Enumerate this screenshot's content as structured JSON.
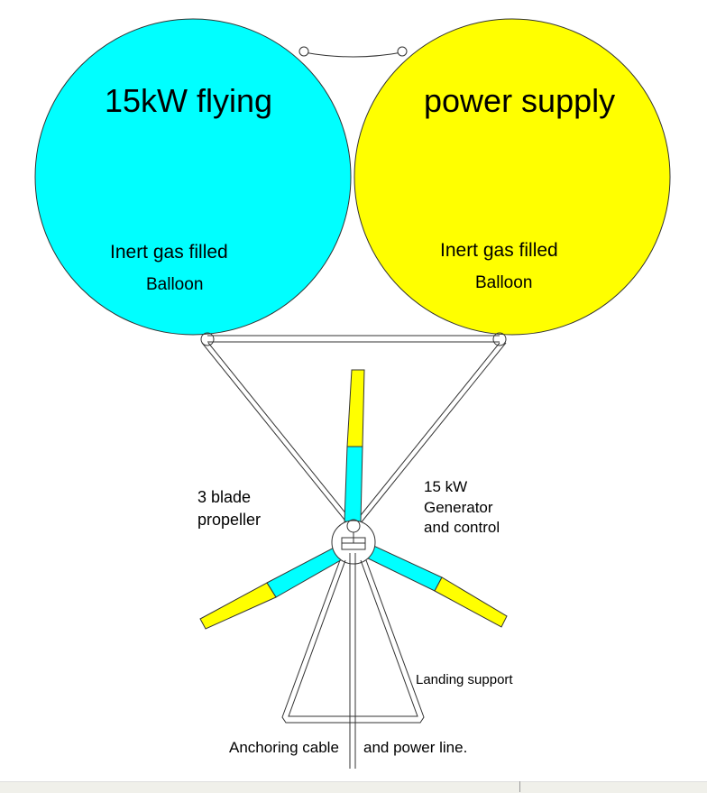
{
  "title_left": "15kW flying",
  "title_right": "power supply",
  "balloon_left": {
    "line1": "Inert gas filled",
    "line2": "Balloon",
    "color": "#00ffff"
  },
  "balloon_right": {
    "line1": "Inert gas filled",
    "line2": "Balloon",
    "color": "#ffff00"
  },
  "propeller_label": {
    "line1": "3 blade",
    "line2": "propeller"
  },
  "generator_label": {
    "line1": "15 kW",
    "line2": "Generator",
    "line3": "and control"
  },
  "landing_label": "Landing support",
  "anchor_label_left": "Anchoring cable",
  "anchor_label_right": "and power line.",
  "blade_colors": {
    "tip": "#ffff00",
    "root": "#00ffff"
  }
}
